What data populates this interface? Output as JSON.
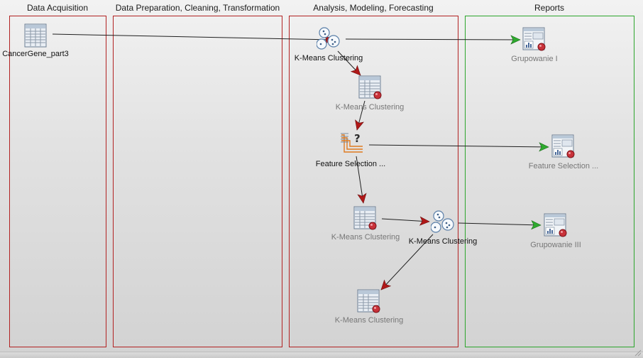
{
  "lanes": [
    {
      "title": "Data Acquisition",
      "border": "#b22222"
    },
    {
      "title": "Data Preparation, Cleaning, Transformation",
      "border": "#b22222"
    },
    {
      "title": "Analysis, Modeling, Forecasting",
      "border": "#b22222"
    },
    {
      "title": "Reports",
      "border": "#2ca52c"
    }
  ],
  "nodes": [
    {
      "id": "cancergene",
      "label": "CancerGene_part3",
      "icon": "table-icon"
    },
    {
      "id": "kmeans-1",
      "label": "K-Means Clustering",
      "icon": "kmeans-cluster-icon"
    },
    {
      "id": "kmeans-table-1",
      "label": "K-Means Clustering",
      "icon": "table-result-icon"
    },
    {
      "id": "feature-selection",
      "label": "Feature Selection ...",
      "icon": "feature-selection-icon"
    },
    {
      "id": "kmeans-table-2",
      "label": "K-Means Clustering",
      "icon": "table-result-icon"
    },
    {
      "id": "kmeans-2",
      "label": "K-Means Clustering",
      "icon": "kmeans-cluster-icon"
    },
    {
      "id": "kmeans-table-3",
      "label": "K-Means Clustering",
      "icon": "table-result-icon"
    },
    {
      "id": "report-1",
      "label": "Grupowanie I",
      "icon": "report-icon"
    },
    {
      "id": "report-2",
      "label": "Feature Selection ...",
      "icon": "report-icon"
    },
    {
      "id": "report-3",
      "label": "Grupowanie III",
      "icon": "report-icon"
    }
  ],
  "edges": [
    {
      "from": "cancergene",
      "to": "kmeans-1",
      "color": "#1a1a1a"
    },
    {
      "from": "kmeans-1",
      "to": "kmeans-table-1",
      "color": "#b01818"
    },
    {
      "from": "kmeans-1",
      "to": "report-1",
      "color": "#1a1a1a"
    },
    {
      "from": "kmeans-table-1",
      "to": "feature-selection",
      "color": "#b01818"
    },
    {
      "from": "feature-selection",
      "to": "report-2",
      "color": "#1a1a1a"
    },
    {
      "from": "feature-selection",
      "to": "kmeans-table-2",
      "color": "#b01818"
    },
    {
      "from": "kmeans-table-2",
      "to": "kmeans-2",
      "color": "#b01818"
    },
    {
      "from": "kmeans-2",
      "to": "report-3",
      "color": "#1a1a1a"
    },
    {
      "from": "kmeans-2",
      "to": "kmeans-table-3",
      "color": "#1a1a1a"
    }
  ],
  "colors": {
    "red_border": "#b22222",
    "green_border": "#2ca52c",
    "red_arrowhead": "#b01818",
    "green_arrowhead": "#2eaa2e"
  }
}
